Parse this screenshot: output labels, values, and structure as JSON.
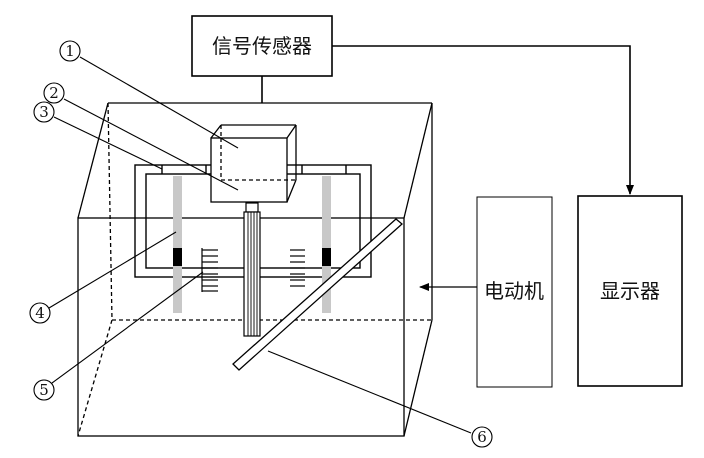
{
  "boxes": {
    "signal_sensor": "信号传感器",
    "motor": "电动机",
    "display": "显示器"
  },
  "callouts": {
    "c1": "1",
    "c2": "2",
    "c3": "3",
    "c4": "4",
    "c5": "5",
    "c6": "6"
  },
  "colors": {
    "stroke": "#000000",
    "gray_rod": "#c8c8c8",
    "background": "#ffffff"
  }
}
